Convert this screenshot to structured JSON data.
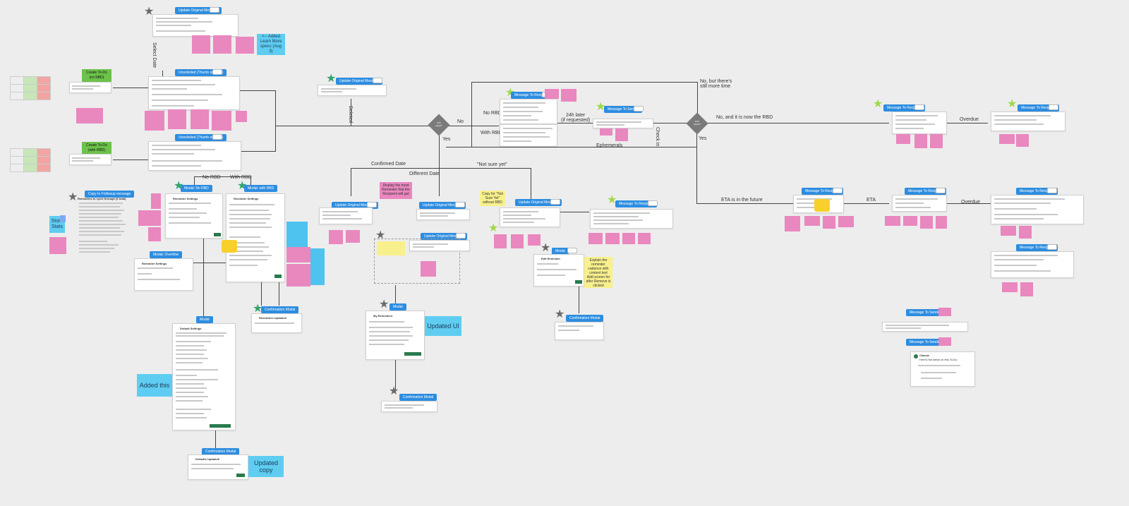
{
  "canvas": {
    "background": "#ededed",
    "colors": {
      "blue": "#2d8de0",
      "pink": "#e987bf",
      "cyan": "#5fcdf1",
      "green": "#6cc24a",
      "yellow": "#f8f08c",
      "star_green": "#9fd84b",
      "star_gray": "#6b6b6b"
    }
  },
  "flow_labels": {
    "select_date": "Select Date",
    "no_rbd": "No RBD",
    "with_rbd": "With RBD",
    "no_rbd_2": "No RBD",
    "with_rbd_2": "With RBD",
    "deleted": "Deleted",
    "no": "No",
    "yes": "Yes",
    "confirmed_date": "Confirmed Date",
    "different_date": "Different Date",
    "not_sure_yet": "\"Not sure yet\"",
    "later_24h": "24h later\n(if requested)",
    "ephemerals": "Ephemerals",
    "check_in": "Check in",
    "no_but_more_time": "No, but there's\nstill more time",
    "no_and_now_rbd": "No, and it is now the RBD",
    "yes_2": "Yes",
    "eta_future": "ETA is in the future",
    "eta": "ETA",
    "overdue": "Overdue",
    "overdue_2": "Overdue"
  },
  "decisions": {
    "eta_asked_1": "ETA\nasked?",
    "eta_asked_2": "ETA\nasked?"
  },
  "blue_labels": {
    "update_original_message_top": "Update Original Message",
    "update_original_message_deleted": "Update Original Message",
    "unsolicited_1": "Unsolicited (Thumb on TBD)",
    "unsolicited_2": "Unsolicited (Thumb on TBD)",
    "copy_to_followup": "Copy to Followup message",
    "modal_no_rbd": "Modal: No RBD",
    "modal_with_rbd": "Modal: with RBD",
    "modal_overflow": "Modal: Overflow",
    "modal_default": "Modal",
    "confirmation_modal_1": "Confirmation Modal",
    "confirmation_modal_2": "Confirmation Modal",
    "message_to_recipient_1": "Message To Recipient",
    "message_to_sender_1": "Message To Sender",
    "update_original_message_confirmed": "Update Original Message",
    "update_original_message_different": "Update Original Message",
    "update_original_message_mid": "Update Original Message",
    "update_original_message_not_sure": "Update Original Message",
    "message_to_recipient_2": "Message To Recipient",
    "modal_my_reminders": "Modal",
    "confirmation_modal_3": "Confirmation Modal",
    "modal_edit": "Modal",
    "confirmation_modal_4": "Confirmation Modal",
    "message_to_recipient_3": "Message To Recipient",
    "message_to_recipient_4": "Message To Recipient",
    "message_to_recipient_5": "Message To Recipient",
    "message_to_recipient_6": "Message To Recipient",
    "message_to_recipient_7": "Message To Recipient",
    "message_to_recipient_8": "Message To Recipient",
    "message_to_sender_2": "Message To Sender",
    "message_to_sender_3": "Message To Sender"
  },
  "green_labels": {
    "create_todo_no_rbd": "Create To-Do\n(no RBD)",
    "create_todo_with_rbd": "Create To-Do\n(with RBD)"
  },
  "cyan_notes": {
    "added_learn_more": "<-- Added Learn More specs (Aug 3)",
    "store_stats": "Store Stats",
    "updated_ui": "Updated UI",
    "added_this": "Added this",
    "updated_copy": "Updated copy"
  },
  "pink_notes": {
    "display_most": "Display the most Reminder that the Recipient will get"
  },
  "yellow_notes": {
    "copy_for_not_sure": "Copy for \"Not Sure Yet\" without RBD",
    "explain_reminder": "Explain the reminder cadence with context text",
    "add_screen": "Add screen for after Remove is clicked"
  },
  "mock": {
    "reminders_header": "Reminders to cycle through (6 total)",
    "reminder_settings": "Reminder Settings",
    "default_settings": "Default Settings",
    "my_reminders": "My Reminders",
    "reminders_updated": "Reminders Updated!",
    "defaults_updated": "Defaults Updated!",
    "edit_reminder": "Edit Reminder",
    "classic_name": "Classic",
    "heres_reminder": "Here's the latest on this To-Do"
  }
}
